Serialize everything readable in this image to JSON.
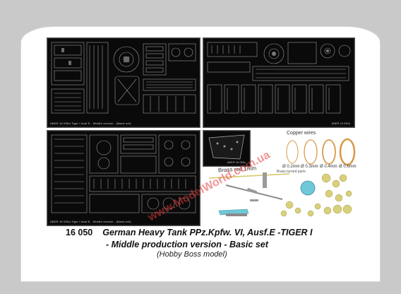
{
  "product": {
    "code": "16 050",
    "title_line1": "German Heavy Tank PPz.Kpfw. VI, Ausf.E -TIGER I",
    "title_line2": "- Middle production version - Basic set",
    "title_line3": "(Hobby Boss model)"
  },
  "sheets": {
    "top_left_caption": "ABER  16 050a  Tiger I Ausf.E - Middle version - (Basic set)",
    "bottom_left_caption": "ABER  16 050a  Tiger I Ausf.E - Middle version - (Basic set)",
    "top_right_tag": "ABER 16 050b",
    "mid_small_caption": "ABER 16 050c"
  },
  "extras": {
    "copper_title": "Copper wires",
    "wires": [
      "Ø 0.2mm",
      "Ø 0.3mm",
      "Ø 0.4mm",
      "Ø 0.6mm"
    ],
    "brass_rod": "Brass rod 1mm",
    "turned_parts": "Brass turned parts"
  },
  "watermark": "www.ModelWorld.com.ua",
  "colors": {
    "background": "#c9c9c9",
    "card": "#ffffff",
    "etch": "#0a0a0a",
    "copper": "#d89a4a",
    "resin": "#d8d07a",
    "cyan_part": "#6fc8d8"
  }
}
